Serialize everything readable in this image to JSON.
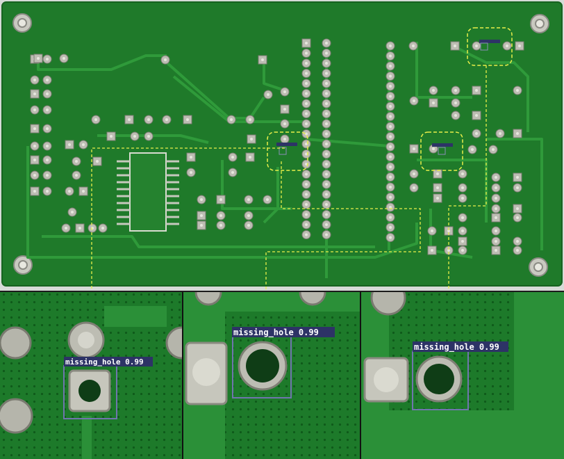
{
  "image": {
    "subject": "Green printed circuit board with detected defects",
    "detections": [
      {
        "label": "missing_hole",
        "score": "0.99"
      },
      {
        "label": "missing_hole",
        "score": "0.99"
      },
      {
        "label": "missing_hole",
        "score": "0.99"
      }
    ],
    "zoom_panels": [
      {
        "label_text": "missing_hole 0.99"
      },
      {
        "label_text": "missing_hole 0.99"
      },
      {
        "label_text": "missing_hole 0.99"
      }
    ],
    "colors": {
      "board": "#1f7a2a",
      "trace": "#2b8f35",
      "pad": "#b9b9b0",
      "hole": "#0f3d16",
      "detection_box": "#e9ef4a",
      "label_bg": "#2d3366",
      "label_text": "#ffffff"
    }
  }
}
